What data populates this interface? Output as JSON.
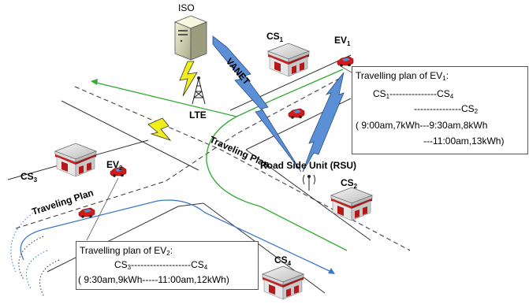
{
  "labels": {
    "iso": "ISO",
    "lte": "LTE",
    "vanet": "VANET",
    "rsu": "Road Side Unit (RSU)",
    "traveling_plan_top": "Traveling Plan",
    "traveling_plan_left": "Traveling Plan",
    "cs1": {
      "base": "CS",
      "sub": "1"
    },
    "cs2": {
      "base": "CS",
      "sub": "2"
    },
    "cs3": {
      "base": "CS",
      "sub": "3"
    },
    "cs4": {
      "base": "CS",
      "sub": "4"
    },
    "ev1": {
      "base": "EV",
      "sub": "1"
    },
    "ev2": {
      "base": "EV",
      "sub": "2"
    }
  },
  "plan_ev1": {
    "title_prefix": "Travelling plan of EV",
    "title_sub": "1",
    "title_suffix": ":",
    "line1": {
      "a": "CS",
      "a_sub": "1",
      "dash": "---------------",
      "b": "CS",
      "b_sub": "4"
    },
    "line2": {
      "dash": "---------------",
      "b": "CS",
      "b_sub": "2"
    },
    "line3": "( 9:00am,7kWh---9:30am,8kWh",
    "line4": "---11:00am,13kWh)"
  },
  "plan_ev2": {
    "title_prefix": "Travelling plan of EV",
    "title_sub": "2",
    "title_suffix": ":",
    "line1": {
      "a": "CS",
      "a_sub": "3",
      "dash": "-------------------",
      "b": "CS",
      "b_sub": "4"
    },
    "line2": "( 9:30am,9kWh-----11:00am,12kWh)"
  },
  "colors": {
    "green_route": "#33aa33",
    "blue_route": "#3a77c8",
    "lightning_yellow": "#f2ee1a",
    "lightning_blue": "#5b8fd6",
    "station_red": "#cc1f1f",
    "car_red": "#d11a1a"
  }
}
